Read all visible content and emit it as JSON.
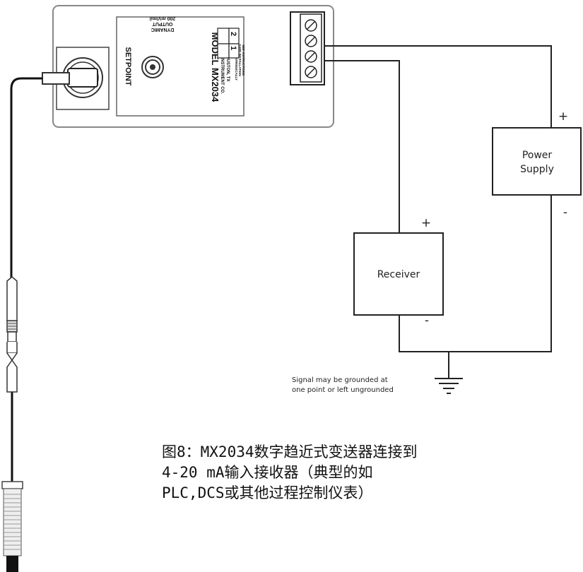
{
  "device": {
    "model": "MODEL MX2034",
    "maker": "METRIX INSTRUMENT CO.",
    "city": "HOUSTON, TX",
    "approval_line1": "EX-RATED/INTRINSICALLY",
    "approval_line2": "SAFE INSTALLATION",
    "approval_line3": "SEE INSTRUCTIONS",
    "output_line1": "DYNAMIC",
    "output_line2": "OUTPUT",
    "output_line3": "200 mV/mil",
    "brand": "SETPOINT",
    "terminal_1": "1",
    "terminal_2": "2"
  },
  "power_supply": {
    "label_line1": "Power",
    "label_line2": "Supply",
    "plus": "+",
    "minus": "-"
  },
  "receiver": {
    "label": "Receiver",
    "plus": "+",
    "minus": "-"
  },
  "ground_note": {
    "line1": "Signal may be grounded at",
    "line2": "one point or left ungrounded"
  },
  "caption": "图8：MX2034数字趋近式变送器连接到4-20 mA输入接收器（典型的如PLC,DCS或其他过程控制仪表）"
}
